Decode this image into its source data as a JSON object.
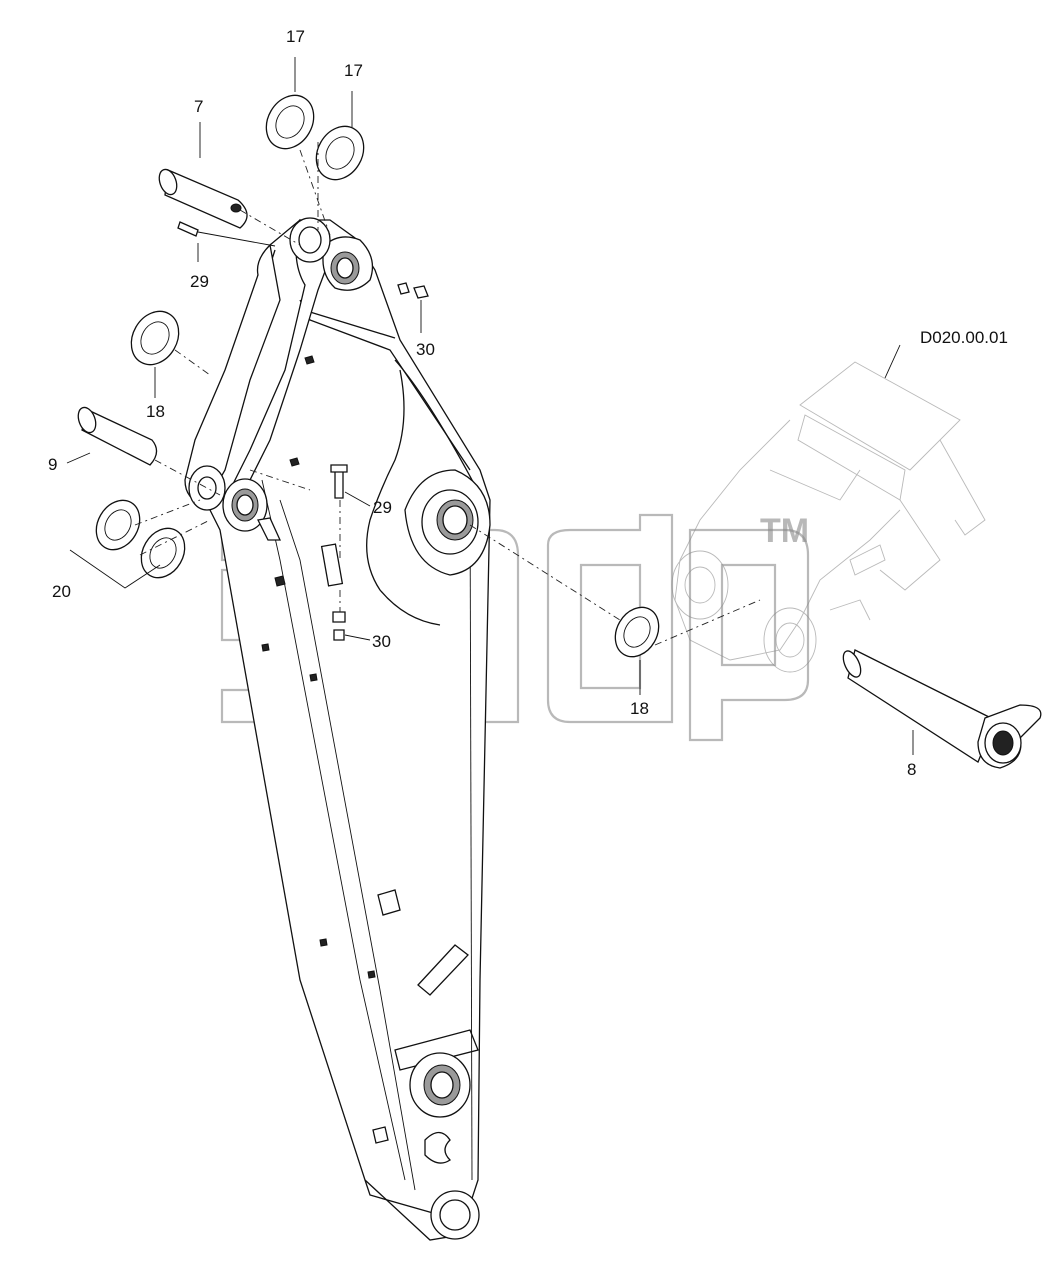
{
  "reference": "D020.00.01",
  "watermark": {
    "text": "TM",
    "brand_color": "#8a8a8a"
  },
  "callouts": [
    {
      "id": "c17a",
      "label": "17"
    },
    {
      "id": "c17b",
      "label": "17"
    },
    {
      "id": "c7",
      "label": "7"
    },
    {
      "id": "c29a",
      "label": "29"
    },
    {
      "id": "c30a",
      "label": "30"
    },
    {
      "id": "c18a",
      "label": "18"
    },
    {
      "id": "c9",
      "label": "9"
    },
    {
      "id": "c29b",
      "label": "29"
    },
    {
      "id": "c20",
      "label": "20"
    },
    {
      "id": "c30b",
      "label": "30"
    },
    {
      "id": "c18b",
      "label": "18"
    },
    {
      "id": "c8",
      "label": "8"
    }
  ]
}
